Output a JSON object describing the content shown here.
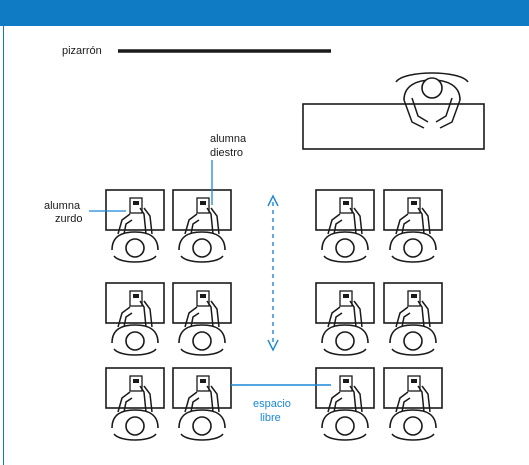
{
  "labels": {
    "board": "pizarrón",
    "right_handed": [
      "alumna",
      "diestro"
    ],
    "left_handed": [
      "alumna",
      "zurdo"
    ],
    "free_space": [
      "espacio",
      "libre"
    ]
  },
  "colors": {
    "frame_blue": "#0e7bc4",
    "annotation_blue": "#1a88d8",
    "ink": "#1a1a1a"
  },
  "icons": {
    "teacher": "teacher-at-desk-icon",
    "student": "student-at-desk-icon"
  },
  "layout": {
    "rows": 3,
    "columns_per_group": 2,
    "groups": 2
  }
}
